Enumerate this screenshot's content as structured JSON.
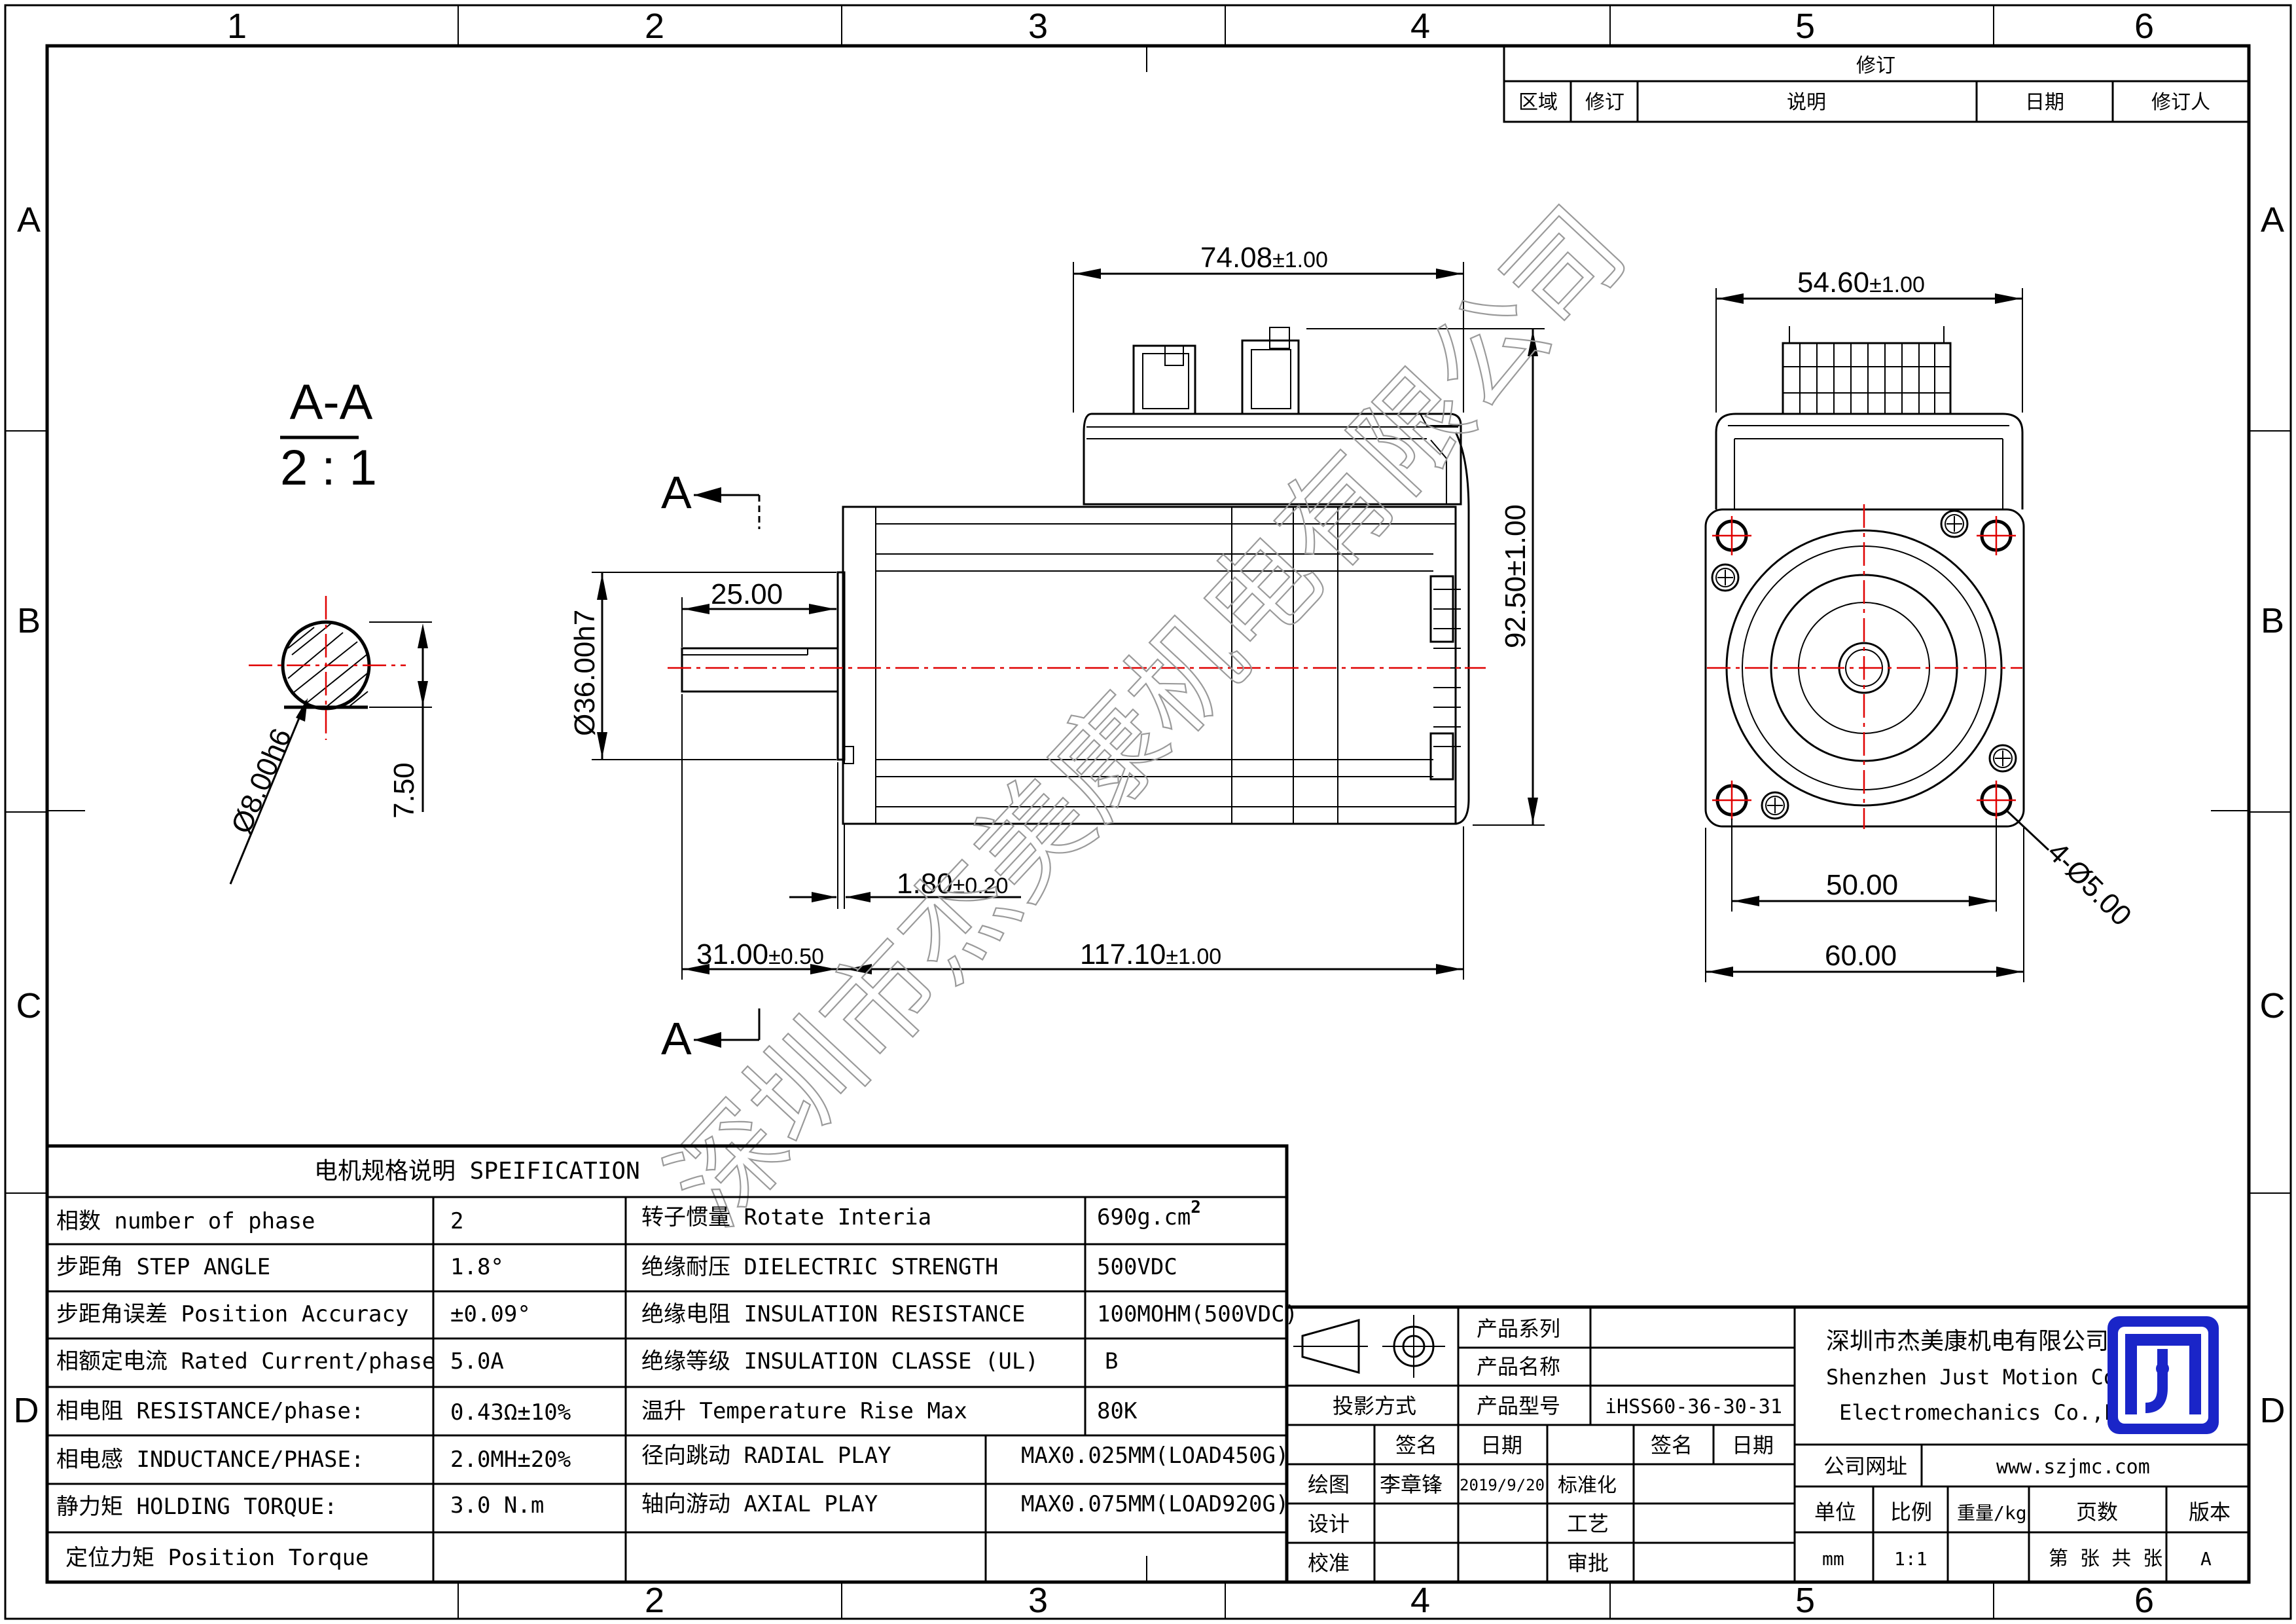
{
  "frame": {
    "cols": [
      "1",
      "2",
      "3",
      "4",
      "5",
      "6"
    ],
    "rows": [
      "A",
      "B",
      "C",
      "D"
    ]
  },
  "revision": {
    "title": "修订",
    "headers": [
      "区域",
      "修订",
      "说明",
      "日期",
      "修订人"
    ]
  },
  "section": {
    "label": "A-A",
    "scale": "2 : 1",
    "arrow": "A"
  },
  "dimensions": {
    "top_length": "74.08",
    "top_length_tol": "±1.00",
    "height": "92.50±1.00",
    "shaft_len": "25.00",
    "pilot_dia": "Ø36.00h7",
    "boss_len": "1.80",
    "boss_tol": "±0.20",
    "shaft_ext": "31.00",
    "shaft_ext_tol": "±0.50",
    "body_len": "117.10",
    "body_tol": "±1.00",
    "shaft_dia": "Ø8.00h6",
    "flat": "7.50",
    "end_width": "54.60",
    "end_width_tol": "±1.00",
    "bolt_spacing": "50.00",
    "flange": "60.00",
    "holes": "4-Ø5.00"
  },
  "watermark": "深圳市杰美康机电有限公司",
  "spec": {
    "title": "电机规格说明 SPEIFICATION",
    "rows": [
      {
        "l1": "相数 number of phase",
        "v1": "2",
        "l2": "转子惯量 Rotate Interia",
        "v2": "690g.cm",
        "sup": "2"
      },
      {
        "l1": "步距角 STEP ANGLE",
        "v1": "1.8°",
        "l2": "绝缘耐压 DIELECTRIC STRENGTH",
        "v2": "500VDC"
      },
      {
        "l1": "步距角误差 Position Accuracy",
        "v1": "±0.09°",
        "l2": "绝缘电阻 INSULATION RESISTANCE",
        "v2": "100MOHM(500VDC)"
      },
      {
        "l1": "相额定电流 Rated Current/phase",
        "v1": "5.0A",
        "l2": "绝缘等级 INSULATION CLASSE (UL)",
        "v2": "B"
      },
      {
        "l1": "相电阻 RESISTANCE/phase:",
        "v1": "0.43Ω±10%",
        "l2": "温升 Temperature Rise Max",
        "v2": "80K"
      },
      {
        "l1": "相电感 INDUCTANCE/PHASE:",
        "v1": "2.0MH±20%",
        "l2": "径向跳动 RADIAL PLAY",
        "v2": "MAX0.025MM(LOAD450G)"
      },
      {
        "l1": "静力矩 HOLDING TORQUE:",
        "v1": "3.0 N.m",
        "l2": "轴向游动 AXIAL PLAY",
        "v2": "MAX0.075MM(LOAD920G)"
      },
      {
        "l1": "定位力矩 Position Torque",
        "v1": "",
        "l2": "",
        "v2": ""
      }
    ]
  },
  "titleblock": {
    "product_series": "产品系列",
    "product_name": "产品名称",
    "projection": "投影方式",
    "product_model": "产品型号",
    "model_value": "iHSS60-36-30-31",
    "sign": "签名",
    "date": "日期",
    "draw": "绘图",
    "drafter": "李章锋",
    "draw_date": "2019/9/20",
    "standard": "标准化",
    "design": "设计",
    "process": "工艺",
    "check": "校准",
    "approve": "审批",
    "company_cn": "深圳市杰美康机电有限公司",
    "company_en1": "Shenzhen Just Motion Control",
    "company_en2": "Electromechanics Co.,LTD",
    "website_label": "公司网址",
    "website": "www.szjmc.com",
    "unit": "单位",
    "ratio": "比例",
    "weight": "重量/kg",
    "pages": "页数",
    "version": "版本",
    "unit_value": "mm",
    "ratio_value": "1:1",
    "pages_value": "第 张 共 张",
    "version_value": "A"
  },
  "colors": {
    "centerline": "#e00000",
    "logo": "#1a25c8",
    "watermark": "#9a9a9a"
  }
}
